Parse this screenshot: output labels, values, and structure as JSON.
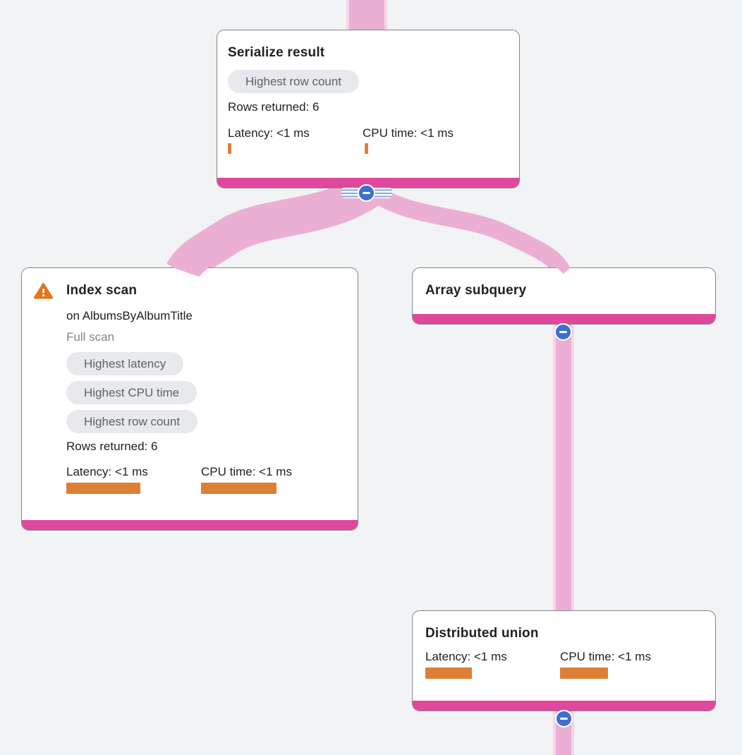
{
  "colors": {
    "background": "#f1f3f4",
    "card_border": "#82878c",
    "edge_pink": "#ecafd4",
    "edge_pink_light": "#f4d6e9",
    "footer_magenta": "#e0489c",
    "bar_orange": "#dd8036",
    "warning_orange": "#e2761e",
    "collapse_blue": "#3d6fd1",
    "collapse_stripe_blue": "#84a4e8",
    "badge_bg": "#e7e9ec",
    "badge_text": "#5f6368",
    "title_text": "#202124",
    "muted_text": "#80868b"
  },
  "nodes": {
    "serialize": {
      "title": "Serialize result",
      "badge": "Highest row count",
      "rows_returned": "Rows returned: 6",
      "latency_label": "Latency: <1 ms",
      "cpu_label": "CPU time: <1 ms"
    },
    "index_scan": {
      "title": "Index scan",
      "subtitle": "on AlbumsByAlbumTitle",
      "scan_type": "Full scan",
      "badges": [
        "Highest latency",
        "Highest CPU time",
        "Highest row count"
      ],
      "rows_returned": "Rows returned: 6",
      "latency_label": "Latency: <1 ms",
      "cpu_label": "CPU time: <1 ms"
    },
    "array_subquery": {
      "title": "Array subquery"
    },
    "distributed_union": {
      "title": "Distributed union",
      "latency_label": "Latency: <1 ms",
      "cpu_label": "CPU time: <1 ms"
    }
  },
  "graph": {
    "edges": [
      {
        "from": "parent (above viewport)",
        "to": "Serialize result"
      },
      {
        "from": "Serialize result",
        "to": "Index scan"
      },
      {
        "from": "Serialize result",
        "to": "Array subquery"
      },
      {
        "from": "Array subquery",
        "to": "Distributed union"
      },
      {
        "from": "Distributed union",
        "to": "child (below viewport)"
      }
    ]
  }
}
